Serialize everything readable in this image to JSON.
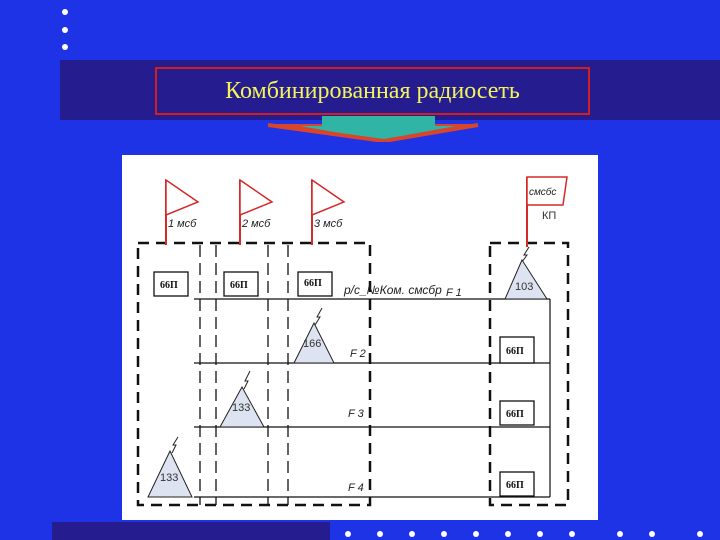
{
  "title": "Комбинированная радиосеть",
  "colors": {
    "background": "#1f33e6",
    "title_band": "#241c8f",
    "title_border": "#d21e1e",
    "title_text": "#f4f45a"
  },
  "diagram": {
    "flags": [
      {
        "label": "1 мсб"
      },
      {
        "label": "2 мсб"
      },
      {
        "label": "3 мсб"
      }
    ],
    "kp": {
      "flag_label": "смсбс",
      "label": "КП"
    },
    "battalion_station": "66П",
    "kp_radio": "103",
    "network_name": "р/с_№Ком. смсбр",
    "frequencies": [
      "F 1",
      "F 2",
      "F 3",
      "F 4"
    ],
    "radios": [
      "166",
      "133",
      "133"
    ],
    "kp_stations": [
      "66П",
      "66П",
      "66П"
    ]
  }
}
